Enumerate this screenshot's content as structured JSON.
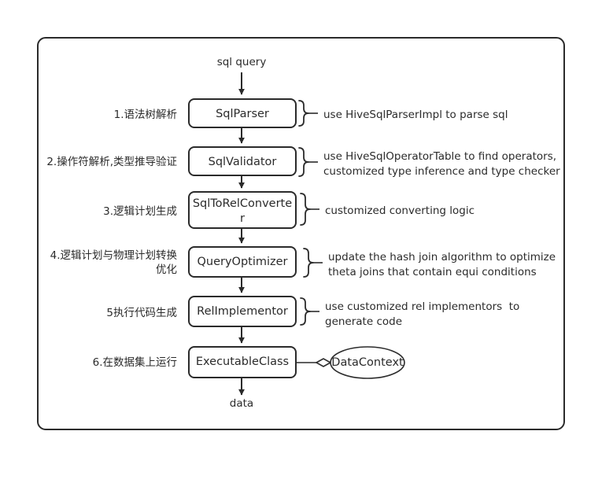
{
  "diagram": {
    "title": "sql query execution pipeline",
    "colors": {
      "stroke": "#2b2b2b",
      "background": "#ffffff",
      "text": "#2b2b2b"
    },
    "io": {
      "input_label": "sql query",
      "output_label": "data"
    },
    "steps": [
      {
        "step_label": "1.语法树解析",
        "node_label": "SqlParser",
        "note": "use HiveSqlParserImpl to parse sql"
      },
      {
        "step_label": "2.操作符解析,类型推导验证",
        "node_label": "SqlValidator",
        "note": "use HiveSqlOperatorTable to find operators,\ncustomized type inference and type checker"
      },
      {
        "step_label": "3.逻辑计划生成",
        "node_label": "SqlToRelConverte\nr",
        "note": "customized converting logic"
      },
      {
        "step_label": "4.逻辑计划与物理计划转换\n优化",
        "node_label": "QueryOptimizer",
        "note": "update the hash join algorithm to optimize\ntheta joins that contain equi conditions"
      },
      {
        "step_label": "5执行代码生成",
        "node_label": "RelImplementor",
        "note": "use customized rel implementors  to\ngenerate code"
      },
      {
        "step_label": "6.在数据集上运行",
        "node_label": "ExecutableClass",
        "note": ""
      }
    ],
    "side_node": {
      "label": "DataContext",
      "shape": "ellipse",
      "connector": "aggregation-diamond"
    }
  }
}
